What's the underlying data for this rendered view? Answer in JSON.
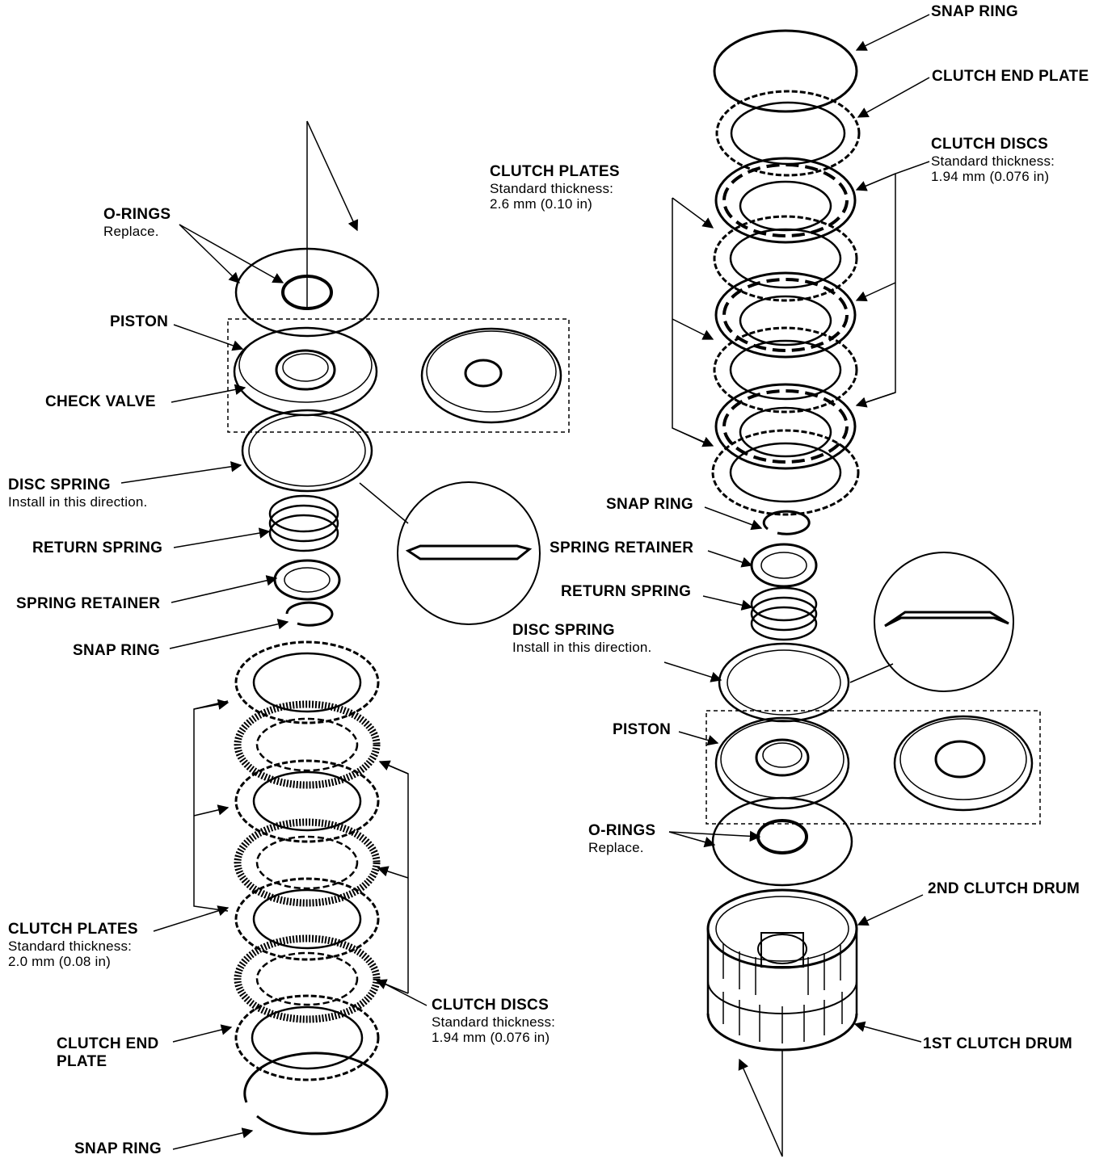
{
  "labels": {
    "left": {
      "o_rings": {
        "title": "O-RINGS",
        "note": "Replace."
      },
      "piston": {
        "title": "PISTON"
      },
      "check_valve": {
        "title": "CHECK VALVE"
      },
      "disc_spring": {
        "title": "DISC SPRING",
        "note": "Install in this direction."
      },
      "return_spring": {
        "title": "RETURN SPRING"
      },
      "spring_retainer": {
        "title": "SPRING RETAINER"
      },
      "snap_ring_upper": {
        "title": "SNAP RING"
      },
      "clutch_plates": {
        "title": "CLUTCH PLATES",
        "note1": "Standard thickness:",
        "note2": "2.0 mm (0.08 in)"
      },
      "clutch_discs": {
        "title": "CLUTCH DISCS",
        "note1": "Standard thickness:",
        "note2": "1.94 mm (0.076 in)"
      },
      "clutch_end_plate": {
        "title1": "CLUTCH END",
        "title2": "PLATE"
      },
      "snap_ring_lower": {
        "title": "SNAP RING"
      }
    },
    "right": {
      "snap_ring_top": {
        "title": "SNAP RING"
      },
      "clutch_end_plate": {
        "title": "CLUTCH END PLATE"
      },
      "clutch_discs": {
        "title": "CLUTCH DISCS",
        "note1": "Standard thickness:",
        "note2": "1.94 mm (0.076 in)"
      },
      "clutch_plates": {
        "title": "CLUTCH PLATES",
        "note1": "Standard thickness:",
        "note2": "2.6 mm (0.10 in)"
      },
      "snap_ring_mid": {
        "title": "SNAP RING"
      },
      "spring_retainer": {
        "title": "SPRING RETAINER"
      },
      "return_spring": {
        "title": "RETURN SPRING"
      },
      "disc_spring": {
        "title": "DISC SPRING",
        "note": "Install in this direction."
      },
      "piston": {
        "title": "PISTON"
      },
      "o_rings": {
        "title": "O-RINGS",
        "note": "Replace."
      },
      "second_clutch_drum": {
        "title": "2ND CLUTCH DRUM"
      },
      "first_clutch_drum": {
        "title": "1ST CLUTCH DRUM"
      }
    }
  },
  "colors": {
    "ink": "#000000",
    "paper": "#ffffff"
  }
}
